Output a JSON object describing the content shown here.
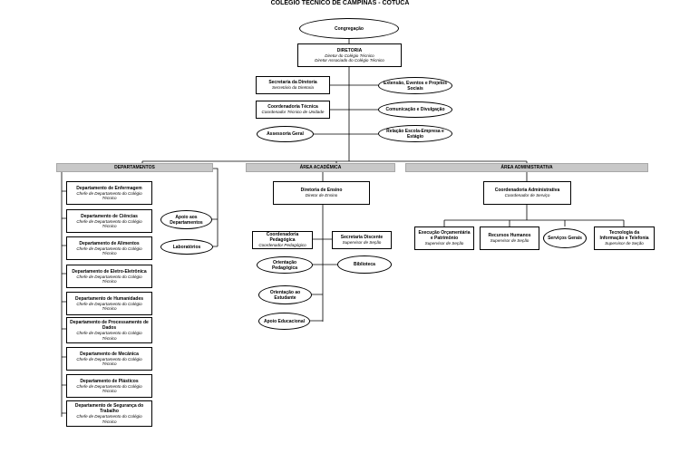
{
  "title": "COLÉGIO TÉCNICO DE CAMPINAS - COTUCA",
  "top": {
    "congregacao": "Congregação",
    "diretoria": {
      "name": "DIRETORIA",
      "sub1": "Diretor do Colégio Técnico",
      "sub2": "Diretor Associado do Colégio Técnico"
    },
    "secretaria": {
      "name": "Secretaria da Diretoria",
      "sub": "Secretário da Diretoria"
    },
    "coord_tecnica": {
      "name": "Coordenadoria Técnica",
      "sub": "Coordenador Técnico de Unidade"
    },
    "assessoria": "Assessoria Geral",
    "extensao": "Extensão, Eventos e Projetos Sociais",
    "comunicacao": "Comunicação e Divulgação",
    "relacao": "Relação Escola-Empresa e Estágio"
  },
  "bands": {
    "departamentos": "DEPARTAMENTOS",
    "academica": "ÁREA ACADÊMICA",
    "administrativa": "ÁREA ADMINISTRATIVA"
  },
  "departamentos": {
    "chefe": "Chefe de Departamento do Colégio Técnico",
    "items": [
      "Departamento de Enfermagem",
      "Departamento de Ciências",
      "Departamento de Alimentos",
      "Departamento de Eletro-Eletrônica",
      "Departamento de Humanidades",
      "Departamento de Processamento de Dados",
      "Departamento de Mecânica",
      "Departamento de Plásticos",
      "Departamento de Segurança do Trabalho"
    ],
    "apoio": "Apoio aos Departamentos",
    "laboratorios": "Laboratórios"
  },
  "academica": {
    "diretoria_ensino": {
      "name": "Diretoria de Ensino",
      "sub": "Diretor de Ensino"
    },
    "coord_pedagogica": {
      "name": "Coordenadoria Pedagógica",
      "sub": "Coordenador Pedagógico"
    },
    "secretaria_discente": {
      "name": "Secretaria Discente",
      "sub": "Supervisor de Seção"
    },
    "orientacao_pedagogica": "Orientação Pedagógica",
    "biblioteca": "Biblioteca",
    "orientacao_estudante": "Orientação ao Estudante",
    "apoio_educacional": "Apoio Educacional"
  },
  "administrativa": {
    "coord_admin": {
      "name": "Coordenadoria Administrativa",
      "sub": "Coordenador de Serviço"
    },
    "execucao": {
      "name": "Execução Orçamentária e Patrimônio",
      "sub": "Supervisor de Seção"
    },
    "recursos": {
      "name": "Recursos Humanos",
      "sub": "Supervisor de Seção"
    },
    "servicos": "Serviços Gerais",
    "tecnologia": {
      "name": "Tecnologia da Informação e Telefonia",
      "sub": "Supervisor de Seção"
    }
  }
}
